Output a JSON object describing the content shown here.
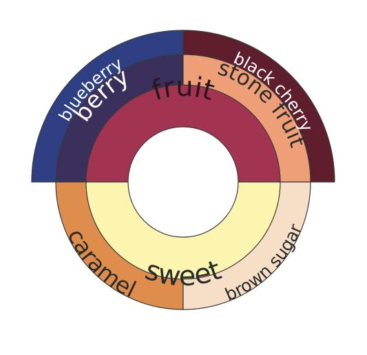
{
  "wheel": {
    "inner": [
      {
        "label": "fruit",
        "color": "#A33451",
        "text_color": "#2b1620"
      },
      {
        "label": "sweet",
        "color": "#FBF5B0",
        "text_color": "#2b2b2b"
      }
    ],
    "middle": [
      {
        "label": "berry",
        "color": "#3B2F5C",
        "text_color": "#ffffff"
      },
      {
        "label": "stone fruit",
        "color": "#EE9F78",
        "text_color": "#2b2b2b"
      },
      {
        "label": "caramel",
        "color": "#DE8D4C",
        "text_color": "#2b2b2b"
      },
      {
        "label": "brown sugar",
        "color": "#F7DEC6",
        "text_color": "#2b2b2b"
      }
    ],
    "outer": [
      {
        "label": "blueberry",
        "color": "#2F3F84",
        "text_color": "#ffffff"
      },
      {
        "label": "black cherry",
        "color": "#5E1E2B",
        "text_color": "#ffffff"
      }
    ]
  }
}
